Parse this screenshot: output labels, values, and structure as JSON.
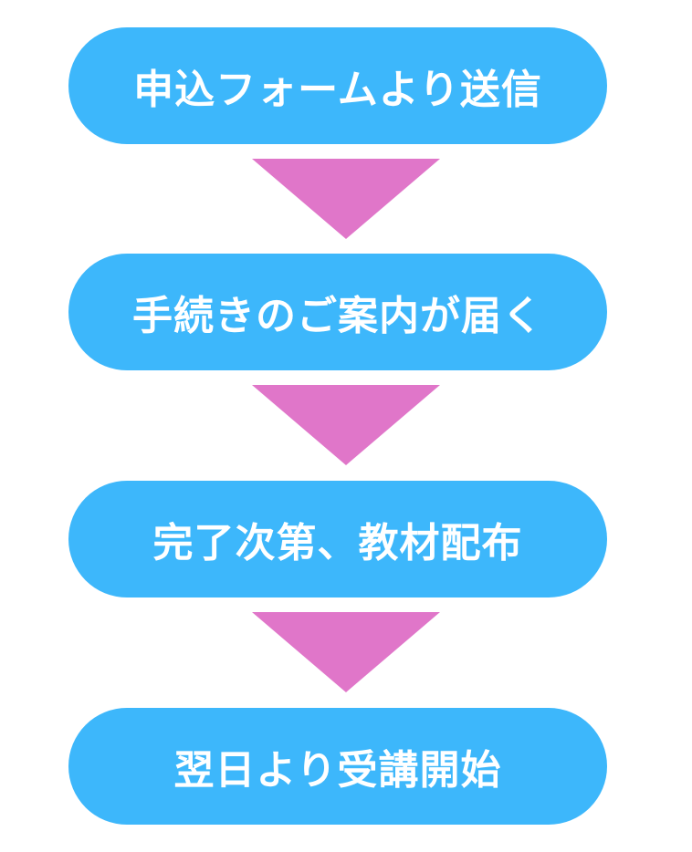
{
  "flow": {
    "steps": [
      {
        "label": "申込フォームより送信"
      },
      {
        "label": "手続きのご案内が届く"
      },
      {
        "label": "完了次第、教材配布"
      },
      {
        "label": "翌日より受講開始"
      }
    ],
    "colors": {
      "step_fill": "#3db7fb",
      "step_text": "#ffffff",
      "arrow_fill": "#e076c9",
      "background": "#ffffff"
    }
  }
}
